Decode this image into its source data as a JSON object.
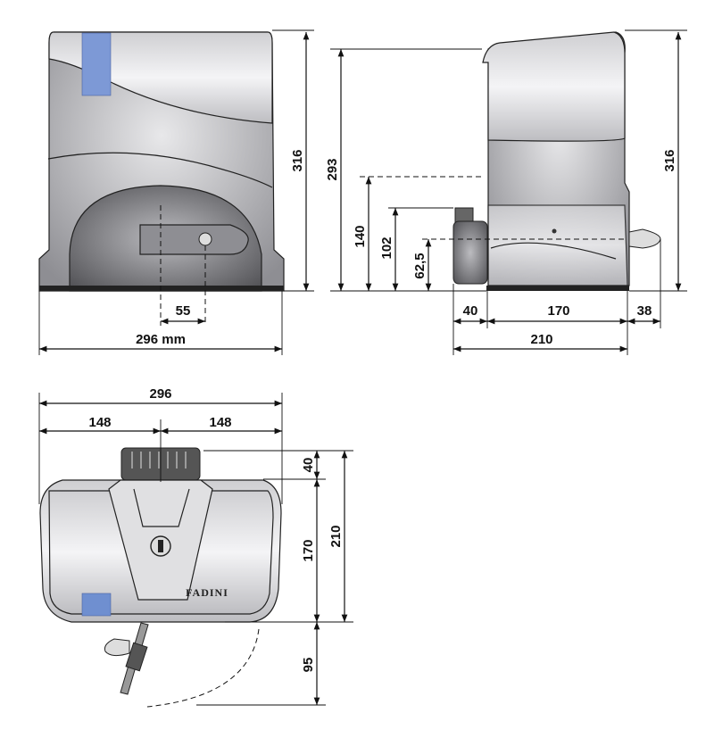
{
  "colors": {
    "body_light": "#e6e6e8",
    "body_mid": "#a9a9ad",
    "body_dark": "#58585c",
    "accent_blue": "#6f8fd0",
    "line": "#111111"
  },
  "front_view": {
    "width_label": "296 mm",
    "height_label": "316",
    "offset_label": "55"
  },
  "side_view": {
    "height_total_label": "316",
    "height_cover_label": "293",
    "height_140_label": "140",
    "height_102_label": "102",
    "height_625_label": "62,5",
    "depth_gear_label": "40",
    "depth_body_label": "170",
    "depth_key_label": "38",
    "depth_total_label": "210"
  },
  "top_view": {
    "width_label": "296",
    "half_left_label": "148",
    "half_right_label": "148",
    "gear_depth_label": "40",
    "body_depth_label": "170",
    "total_depth_label": "210",
    "key_swing_label": "95",
    "brand_logo": "FADINI"
  }
}
